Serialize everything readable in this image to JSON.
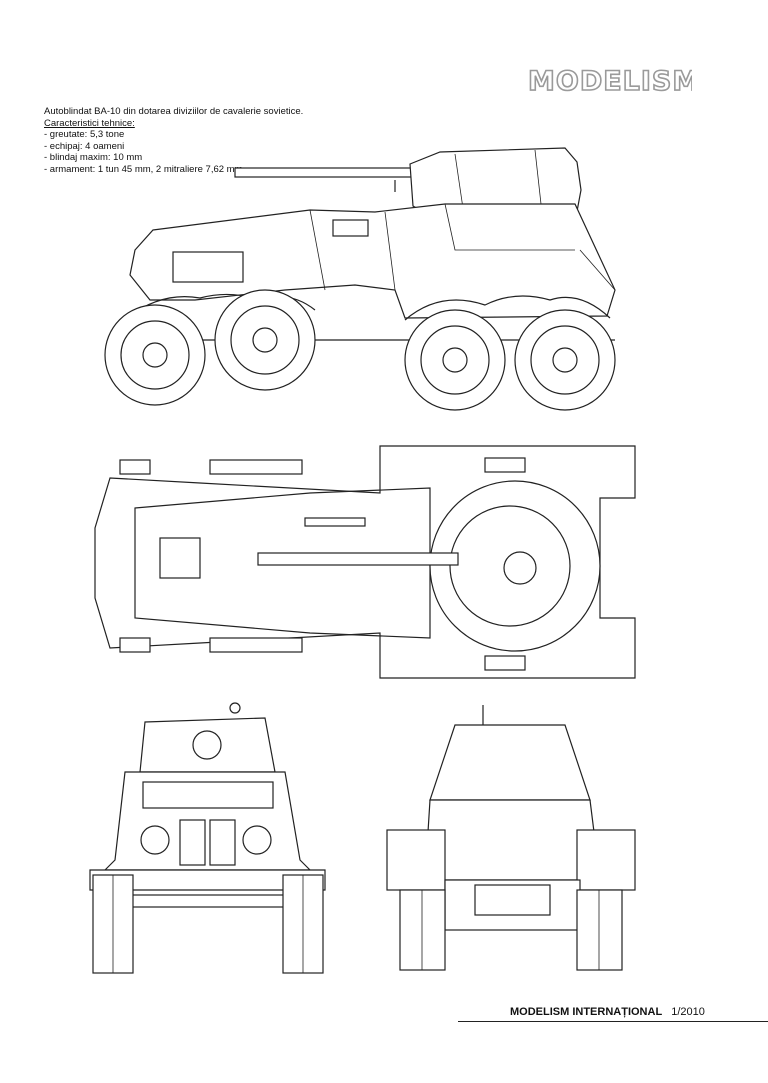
{
  "header": {
    "logo_text": "MODELISM"
  },
  "caption": {
    "title": "Autoblindat BA-10 din dotarea diviziilor de cavalerie sovietice.",
    "specs_heading": "Caracteristici tehnice:",
    "specs": [
      "- greutate:  5,3 tone",
      "- echipaj: 4 oameni",
      "- blindaj maxim: 10 mm",
      "- armament: 1 tun 45 mm, 2 mitraliere 7,62 mm"
    ]
  },
  "drawings": {
    "side_view": "side-view-drawing",
    "top_view": "top-view-drawing",
    "front_view": "front-view-drawing",
    "rear_view": "rear-view-drawing"
  },
  "footer": {
    "magazine": "MODELISM INTERNAȚIONAL",
    "issue": "1/2010"
  }
}
